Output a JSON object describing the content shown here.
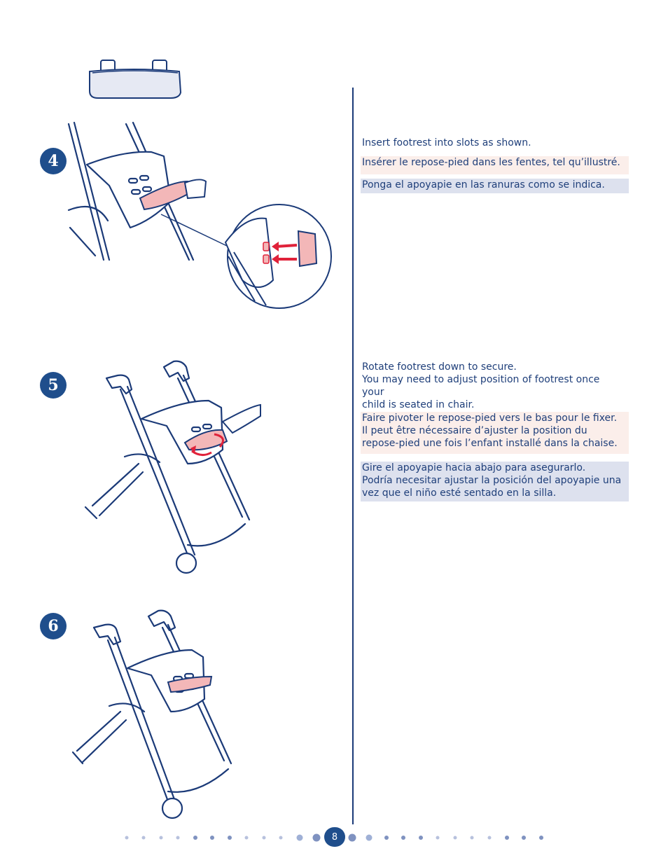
{
  "steps": {
    "step4": {
      "number": "4",
      "en": "Insert footrest into slots as shown.",
      "fr": "Insérer le repose-pied dans les fentes, tel qu’illustré.",
      "es": "Ponga el apoyapie en las ranuras como se indica."
    },
    "step5": {
      "number": "5",
      "en": [
        "Rotate footrest down to secure.",
        "You may need to adjust position of footrest once your",
        "child is seated in chair."
      ],
      "fr": [
        "Faire pivoter le repose-pied vers le bas pour le fixer.",
        "Il peut être nécessaire d’ajuster la position du",
        "repose-pied une fois l’enfant installé dans la chaise."
      ],
      "es": [
        "Gire el apoyapie hacia abajo para asegurarlo.",
        "Podría necesitar ajustar la posición del apoyapie una",
        "vez que el niño esté sentado en la silla."
      ]
    },
    "step6": {
      "number": "6"
    }
  },
  "footer": {
    "page_number": "8"
  },
  "colors": {
    "ink": "#1b3a78",
    "badge": "#1f4e8c",
    "accent_red": "#e0223a",
    "part_pink": "#f3b7b8",
    "band_fr": "#fbeeea",
    "band_es": "#dde1ee"
  }
}
